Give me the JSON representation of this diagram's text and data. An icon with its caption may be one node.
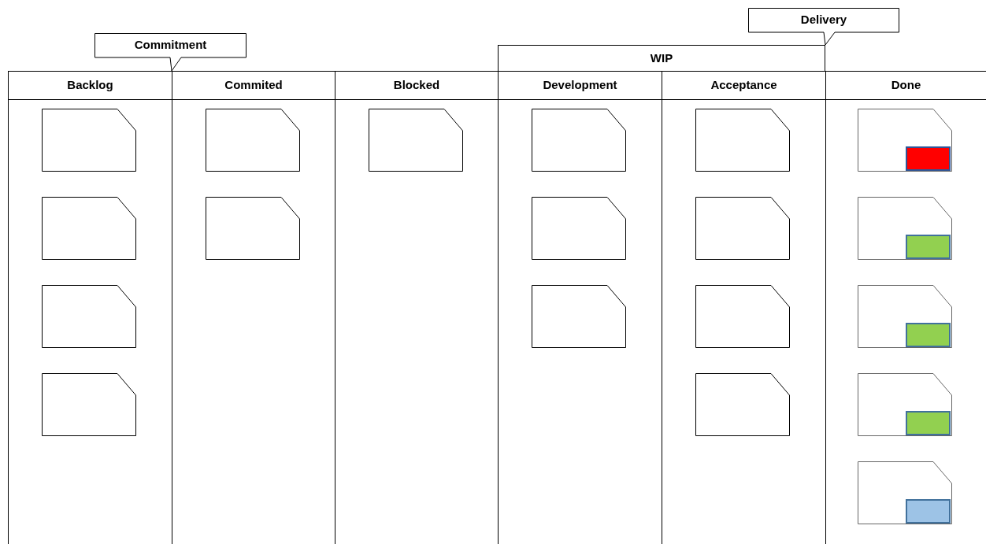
{
  "diagram": {
    "nodes": [
      {
        "text": [
          "Commitment"
        ]
      },
      {
        "text": [
          "Delivery"
        ]
      },
      {
        "text": [
          "WIP"
        ]
      },
      {
        "text": [
          "Backlog"
        ]
      },
      {
        "text": [
          "Commited"
        ]
      },
      {
        "text": [
          "Blocked"
        ]
      },
      {
        "text": [
          "Development"
        ]
      },
      {
        "text": [
          "Acceptance"
        ]
      },
      {
        "text": [
          "Done"
        ]
      },
      {
        "text": [],
        "shape": "document",
        "in": 3
      },
      {
        "text": [],
        "shape": "document",
        "in": 3
      },
      {
        "text": [],
        "shape": "document",
        "in": 3
      },
      {
        "text": [],
        "shape": "document",
        "in": 3
      },
      {
        "text": [],
        "shape": "document",
        "in": 4
      },
      {
        "text": [],
        "shape": "document",
        "in": 4
      },
      {
        "text": [],
        "shape": "document",
        "in": 5
      },
      {
        "text": [],
        "shape": "document",
        "in": 6
      },
      {
        "text": [],
        "shape": "document",
        "in": 6
      },
      {
        "text": [],
        "shape": "document",
        "in": 6
      },
      {
        "text": [],
        "shape": "document",
        "in": 7
      },
      {
        "text": [],
        "shape": "document",
        "in": 7
      },
      {
        "text": [],
        "shape": "document",
        "in": 7
      },
      {
        "text": [],
        "shape": "document",
        "in": 7
      },
      {
        "text": [],
        "shape": "document",
        "in": 8
      },
      {
        "text": [],
        "shape": "box",
        "in": 23
      },
      {
        "text": [],
        "shape": "document",
        "in": 8
      },
      {
        "text": [],
        "shape": "box",
        "in": 25
      },
      {
        "text": [],
        "shape": "document",
        "in": 8
      },
      {
        "text": [],
        "shape": "box",
        "in": 27
      },
      {
        "text": [],
        "shape": "document",
        "in": 8
      },
      {
        "text": [],
        "shape": "box",
        "in": 29
      },
      {
        "text": [],
        "shape": "document",
        "in": 8
      },
      {
        "text": [],
        "shape": "box",
        "in": 31
      }
    ]
  }
}
